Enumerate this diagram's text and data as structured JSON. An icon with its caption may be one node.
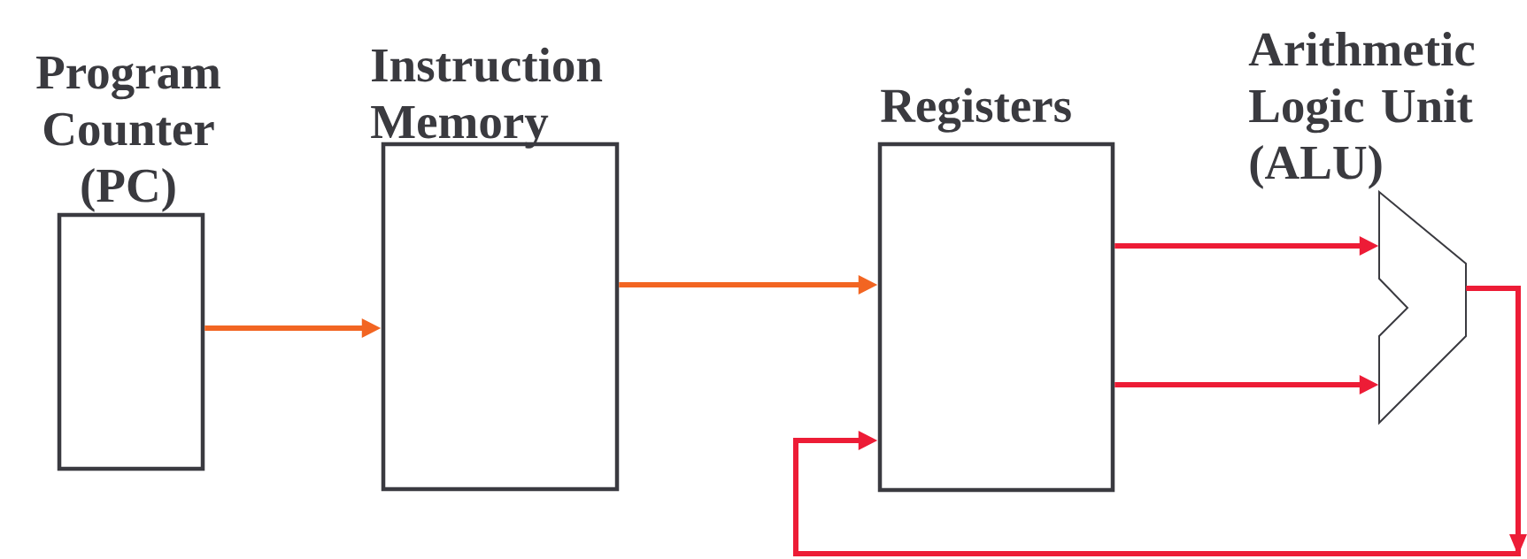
{
  "diagram": {
    "nodes": [
      {
        "text": [
          "Program Counter (PC)"
        ]
      },
      {
        "text": [
          "Instruction Memory"
        ]
      },
      {
        "text": [
          "Registers"
        ]
      },
      {
        "text": [
          "Arithmetic Logic Unit (ALU)"
        ]
      }
    ],
    "edges": [
      {
        "from": 0,
        "to": 1,
        "arrow": "to",
        "color": "#f26522"
      },
      {
        "from": 1,
        "to": 2,
        "arrow": "to",
        "color": "#f26522"
      },
      {
        "from": 2,
        "to": 3,
        "arrow": "to"
      },
      {
        "from": 2,
        "to": 3,
        "arrow": "to"
      },
      {
        "from": 3,
        "to": 2,
        "arrow": "to"
      }
    ]
  }
}
